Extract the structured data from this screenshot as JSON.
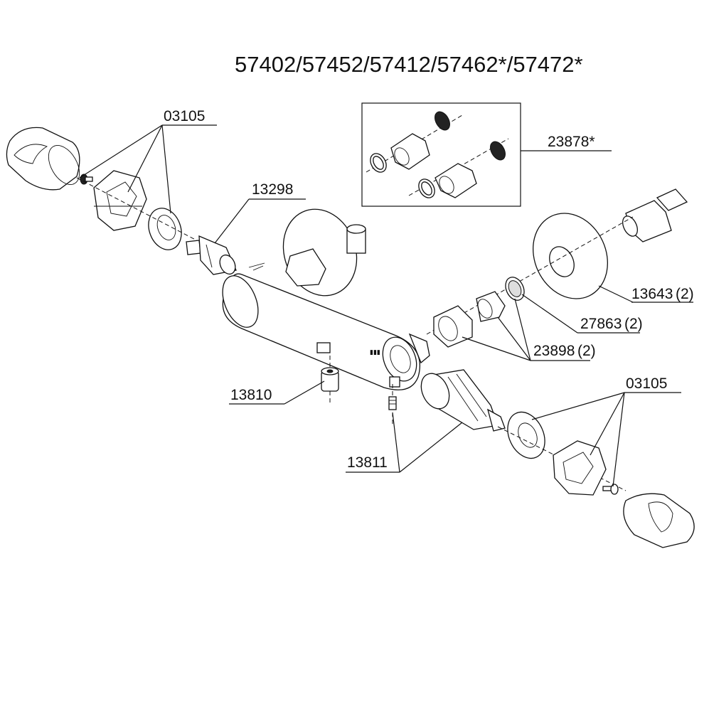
{
  "title": "57402/57452/57412/57462*/57472*",
  "parts": {
    "handle_kit_top": "03105",
    "cartridge_small": "13298",
    "inset_kit": "23878*",
    "escutcheon": "13643",
    "escutcheon_qty": "(2)",
    "screen": "27863",
    "screen_qty": "(2)",
    "check_valve": "23898",
    "check_valve_qty": "(2)",
    "stop": "13810",
    "handle_kit_bottom": "03105",
    "cartridge_large": "13811"
  }
}
